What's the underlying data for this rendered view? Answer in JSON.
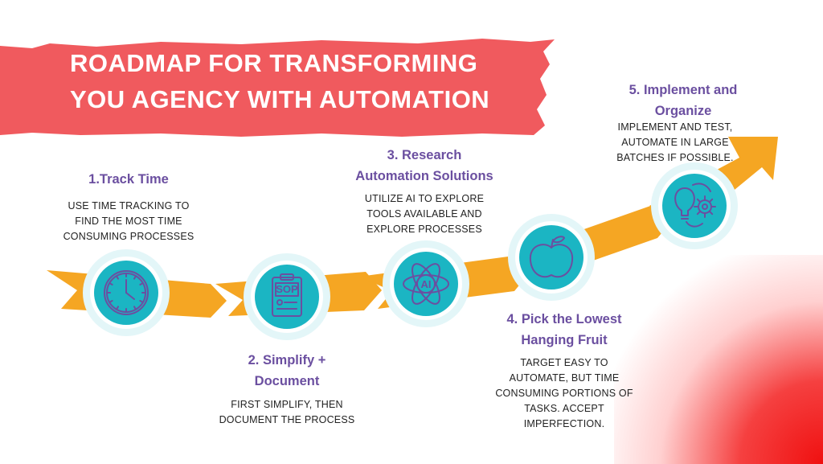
{
  "title": {
    "line1": "ROADMAP FOR TRANSFORMING",
    "line2": "YOU AGENCY WITH AUTOMATION"
  },
  "colors": {
    "banner": "#f05a5e",
    "arrow": "#f5a623",
    "circle": "#1bb5c3",
    "icon_stroke": "#6b4fa0",
    "step_title": "#6b4fa0"
  },
  "steps": [
    {
      "title_lines": [
        "1.Track Time"
      ],
      "desc_lines": [
        "USE TIME TRACKING TO",
        "FIND THE MOST TIME",
        "CONSUMING PROCESSES"
      ],
      "icon": "clock-icon"
    },
    {
      "title_lines": [
        "2. Simplify +",
        "Document"
      ],
      "desc_lines": [
        "FIRST SIMPLIFY, THEN",
        "DOCUMENT THE PROCESS"
      ],
      "icon": "sop-document-icon",
      "icon_label": "SOP"
    },
    {
      "title_lines": [
        "3. Research",
        "Automation Solutions"
      ],
      "desc_lines": [
        "UTILIZE AI TO EXPLORE",
        "TOOLS AVAILABLE AND",
        "EXPLORE PROCESSES"
      ],
      "icon": "ai-atom-icon",
      "icon_label": "AI"
    },
    {
      "title_lines": [
        "4. Pick the Lowest",
        "Hanging Fruit"
      ],
      "desc_lines": [
        "TARGET EASY TO",
        "AUTOMATE, BUT TIME",
        "CONSUMING PORTIONS OF",
        "TASKS.  ACCEPT",
        "IMPERFECTION."
      ],
      "icon": "apple-icon"
    },
    {
      "title_lines": [
        "5. Implement and",
        "Organize"
      ],
      "desc_lines": [
        "IMPLEMENT AND TEST,",
        "AUTOMATE IN LARGE",
        "BATCHES IF POSSIBLE."
      ],
      "icon": "lightbulb-gear-icon"
    }
  ]
}
